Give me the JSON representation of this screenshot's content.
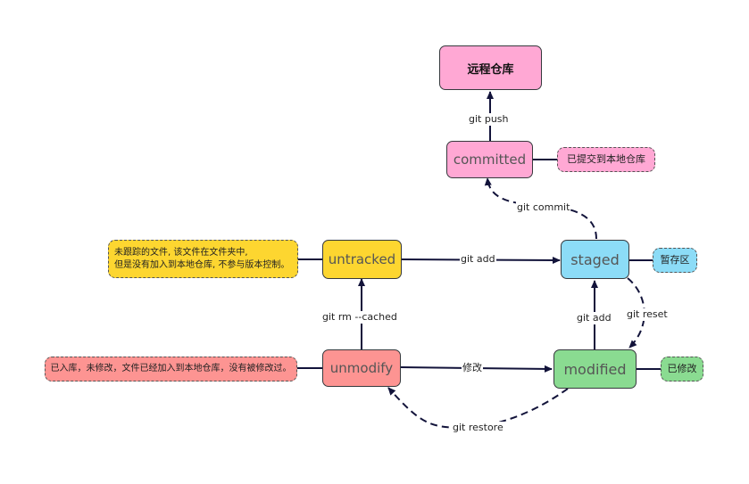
{
  "nodes": {
    "remote": {
      "label": "远程仓库",
      "color": "#ffa8d4"
    },
    "committed": {
      "label": "committed",
      "color": "#ffa8d4"
    },
    "untracked": {
      "label": "untracked",
      "color": "#fdd630"
    },
    "staged": {
      "label": "staged",
      "color": "#8cdcf7"
    },
    "unmodify": {
      "label": "unmodify",
      "color": "#fd9492"
    },
    "modified": {
      "label": "modified",
      "color": "#8adb91"
    }
  },
  "notes": {
    "committed": {
      "label": "已提交到本地仓库",
      "color": "#ffa8d4"
    },
    "untracked": {
      "line1": "未跟踪的文件, 该文件在文件夹中,",
      "line2": "但是没有加入到本地仓库, 不参与版本控制。",
      "color": "#fdd630"
    },
    "staged": {
      "label": "暂存区",
      "color": "#8cdcf7"
    },
    "unmodify": {
      "label": "已入库，未修改，文件已经加入到本地仓库，没有被修改过。",
      "color": "#fd9492"
    },
    "modified": {
      "label": "已修改",
      "color": "#8adb91"
    }
  },
  "edges": {
    "git_push": "git push",
    "git_commit": "git commit",
    "git_add_untracked": "git add",
    "git_add_modified": "git add",
    "git_reset": "git reset",
    "git_rm_cached": "git rm --cached",
    "modify": "修改",
    "git_restore": "git restore"
  },
  "colors": {
    "edge": "#12133a"
  }
}
